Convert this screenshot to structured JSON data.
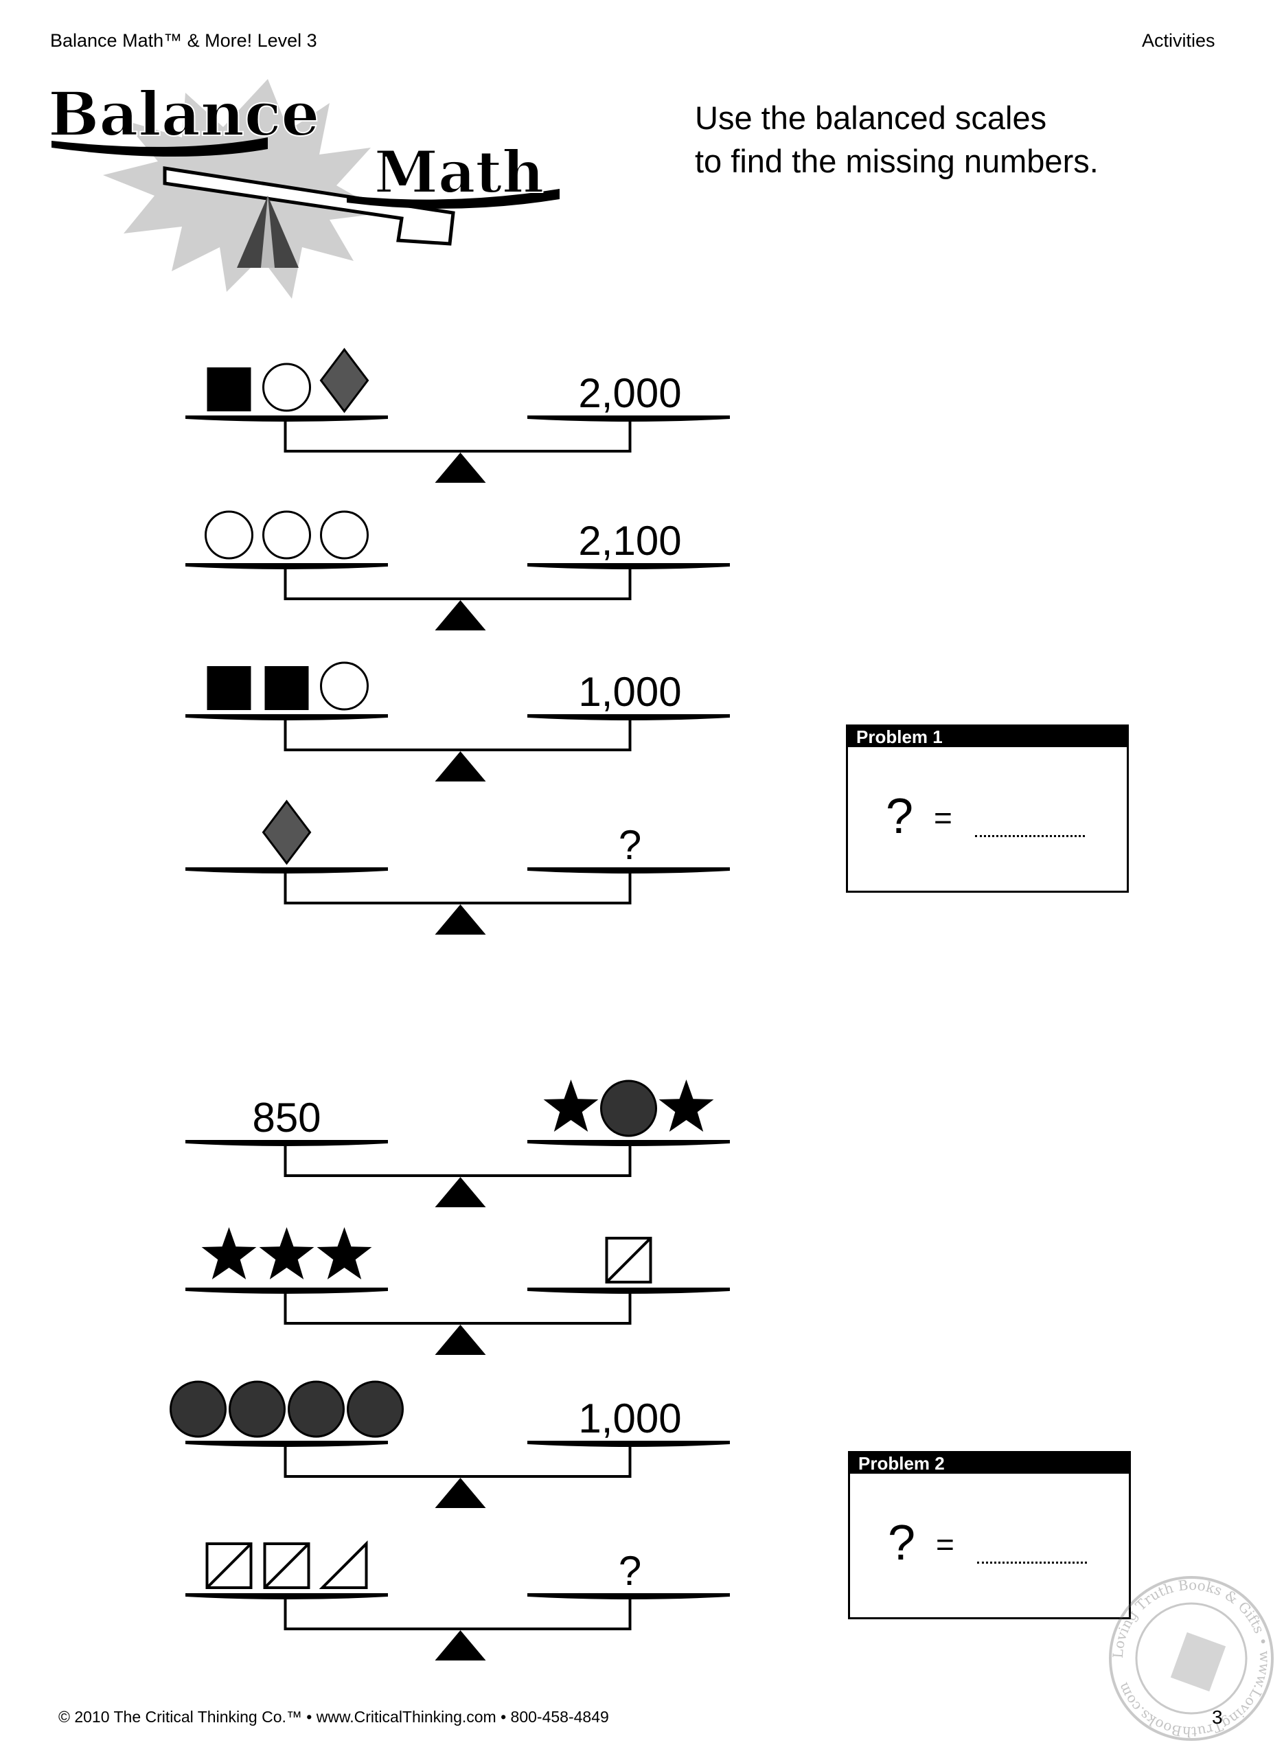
{
  "header": {
    "book_title": "Balance Math™ & More!  Level 3",
    "section": "Activities"
  },
  "logo": {
    "word1": "Balance",
    "word2": "Math"
  },
  "instructions": {
    "line1": "Use the balanced scales",
    "line2": "to find the missing numbers."
  },
  "problems": [
    {
      "title": "Problem 1",
      "question_mark": "?",
      "equals": "=",
      "scales": [
        {
          "left": [
            "square",
            "circle",
            "diamond"
          ],
          "right_text": "2,000"
        },
        {
          "left": [
            "circle",
            "circle",
            "circle"
          ],
          "right_text": "2,100"
        },
        {
          "left": [
            "square",
            "square",
            "circle"
          ],
          "right_text": "1,000"
        },
        {
          "left": [
            "diamond"
          ],
          "right_text": "?"
        }
      ]
    },
    {
      "title": "Problem 2",
      "question_mark": "?",
      "equals": "=",
      "scales": [
        {
          "left_text": "850",
          "right": [
            "star",
            "dot",
            "star"
          ]
        },
        {
          "left": [
            "star",
            "star",
            "star"
          ],
          "right": [
            "slashed-square"
          ]
        },
        {
          "left": [
            "dot",
            "dot",
            "dot",
            "dot"
          ],
          "right_text": "1,000"
        },
        {
          "left": [
            "slashed-square",
            "slashed-square",
            "triangle"
          ],
          "right_text": "?"
        }
      ]
    }
  ],
  "footer": {
    "copyright": "© 2010 The Critical Thinking Co.™ • www.CriticalThinking.com • 800-458-4849",
    "page_number": "3"
  },
  "watermark": {
    "text": "Loving Truth Books & Gifts • www.LovingTruthBooks.com"
  },
  "colors": {
    "ink": "#000000",
    "diamond_fill": "#555555",
    "dot_fill": "#333333",
    "starburst": "#cfcfcf"
  }
}
